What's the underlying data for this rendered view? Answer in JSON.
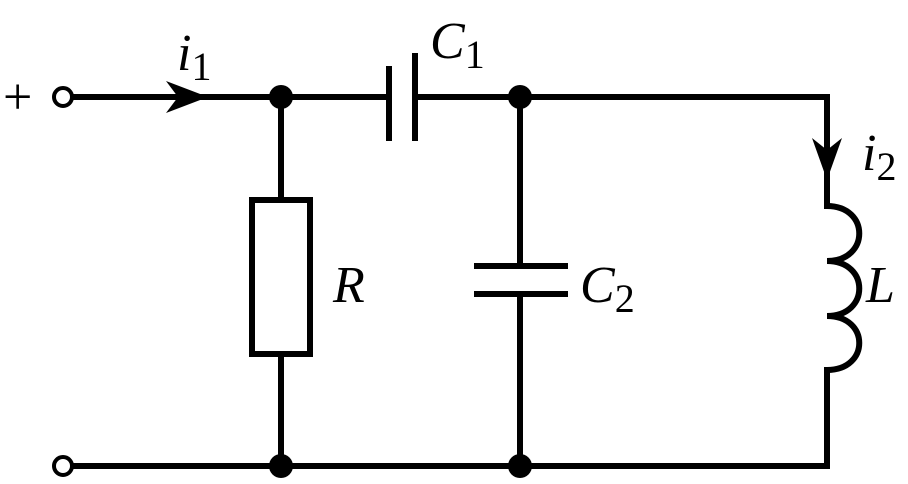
{
  "terminals": {
    "plus_sign": "+"
  },
  "labels": {
    "i1": {
      "symbol": "i",
      "subscript": "1"
    },
    "c1": {
      "symbol": "C",
      "subscript": "1"
    },
    "i2": {
      "symbol": "i",
      "subscript": "2"
    },
    "r": {
      "symbol": "R"
    },
    "c2": {
      "symbol": "C",
      "subscript": "2"
    },
    "l": {
      "symbol": "L"
    }
  },
  "components": [
    {
      "id": "R",
      "type": "resistor"
    },
    {
      "id": "C1",
      "type": "capacitor"
    },
    {
      "id": "C2",
      "type": "capacitor"
    },
    {
      "id": "L",
      "type": "inductor"
    }
  ],
  "currents": [
    {
      "id": "i1",
      "direction": "right"
    },
    {
      "id": "i2",
      "direction": "down"
    }
  ],
  "colors": {
    "ink": "#000000",
    "background": "#ffffff"
  }
}
